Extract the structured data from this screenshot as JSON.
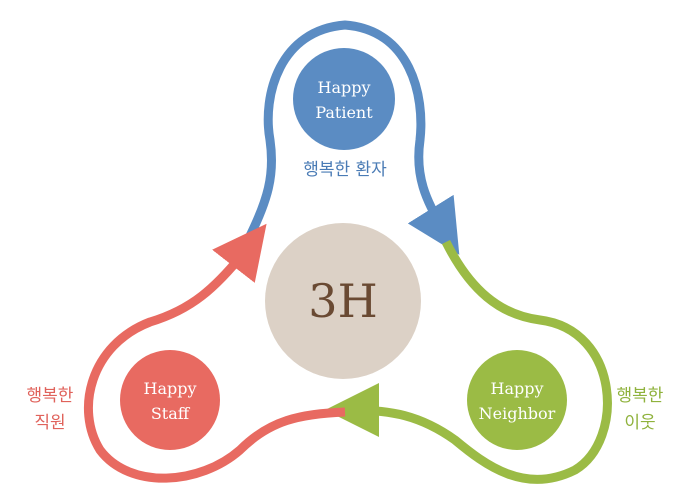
{
  "center": {
    "label": "3H",
    "fill": "#dcd1c6",
    "text_color": "#6a4a33"
  },
  "nodes": {
    "patient": {
      "line1": "Happy",
      "line2": "Patient",
      "caption": "행복한 환자",
      "color": "#5b8cc3",
      "text_color": "#4a7bb5"
    },
    "staff": {
      "line1": "Happy",
      "line2": "Staff",
      "caption_line1": "행복한",
      "caption_line2": "직원",
      "color": "#e86a61",
      "text_color": "#e0625b"
    },
    "neighbor": {
      "line1": "Happy",
      "line2": "Neighbor",
      "caption_line1": "행복한",
      "caption_line2": "이웃",
      "color": "#9bbb45",
      "text_color": "#8fb23c"
    }
  }
}
